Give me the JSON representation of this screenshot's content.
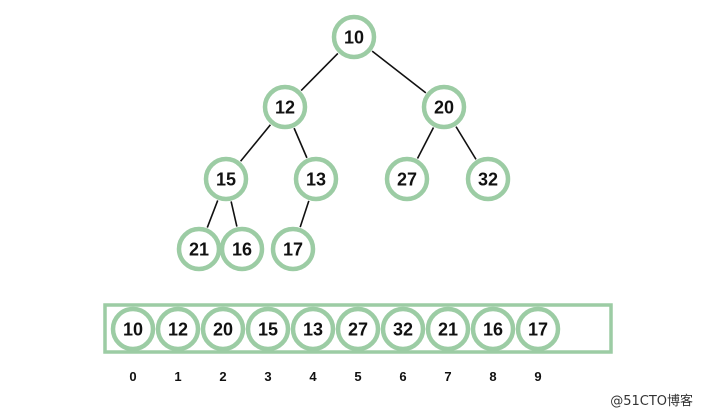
{
  "colors": {
    "node_stroke": "#9ccca4",
    "node_fill": "#ffffff",
    "edge": "#111111",
    "text": "#111111"
  },
  "tree": {
    "nodes": [
      {
        "id": "n0",
        "label": "10"
      },
      {
        "id": "n1",
        "label": "12"
      },
      {
        "id": "n2",
        "label": "20"
      },
      {
        "id": "n3",
        "label": "15"
      },
      {
        "id": "n4",
        "label": "13"
      },
      {
        "id": "n5",
        "label": "27"
      },
      {
        "id": "n6",
        "label": "32"
      },
      {
        "id": "n7",
        "label": "21"
      },
      {
        "id": "n8",
        "label": "16"
      },
      {
        "id": "n9",
        "label": "17"
      }
    ],
    "edges": [
      [
        "n0",
        "n1"
      ],
      [
        "n0",
        "n2"
      ],
      [
        "n1",
        "n3"
      ],
      [
        "n1",
        "n4"
      ],
      [
        "n2",
        "n5"
      ],
      [
        "n2",
        "n6"
      ],
      [
        "n3",
        "n7"
      ],
      [
        "n3",
        "n8"
      ],
      [
        "n4",
        "n9"
      ]
    ]
  },
  "array": {
    "values": [
      "10",
      "12",
      "20",
      "15",
      "13",
      "27",
      "32",
      "21",
      "16",
      "17"
    ],
    "indices": [
      "0",
      "1",
      "2",
      "3",
      "4",
      "5",
      "6",
      "7",
      "8",
      "9"
    ]
  },
  "watermark": "@51CTO博客"
}
